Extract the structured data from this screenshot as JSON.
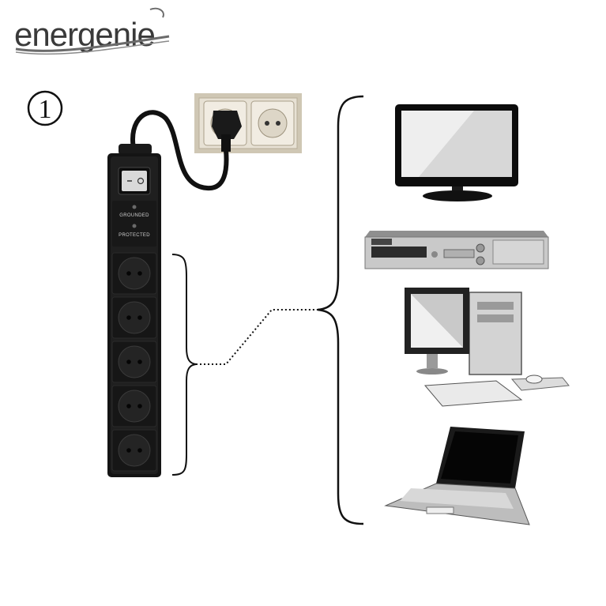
{
  "brand": {
    "logo_text": "energenie"
  },
  "step": {
    "number": "1"
  },
  "power_strip": {
    "label_grounded": "GROUNDED",
    "label_protected": "PROTECTED",
    "outlet_count": 5
  },
  "devices": [
    {
      "name": "monitor-icon"
    },
    {
      "name": "dvd-receiver-icon"
    },
    {
      "name": "desktop-computer-icon"
    },
    {
      "name": "laptop-icon"
    }
  ]
}
